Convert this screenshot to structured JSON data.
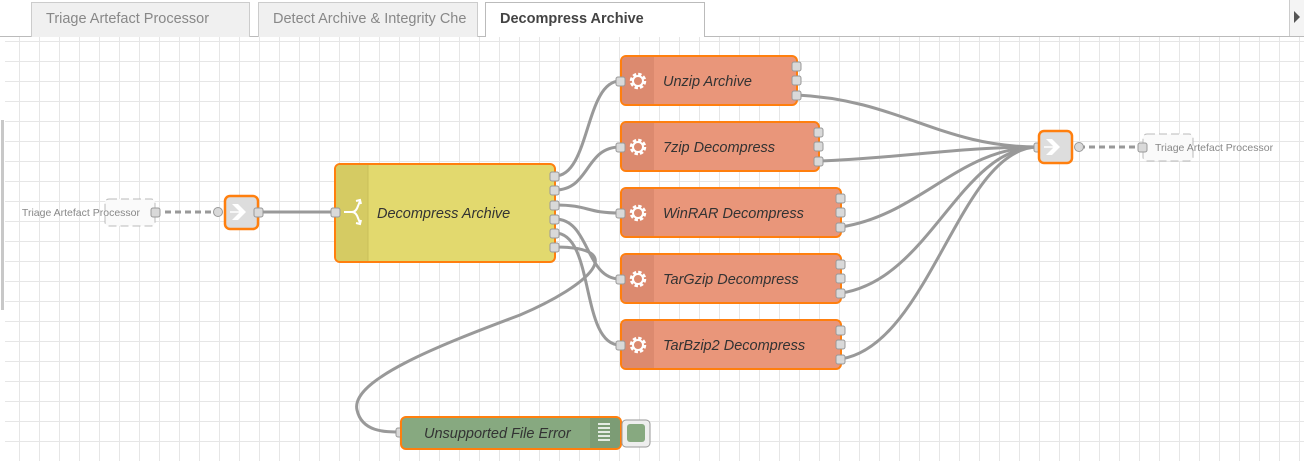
{
  "tabs": [
    {
      "label": "Triage Artefact Processor",
      "active": false
    },
    {
      "label": "Detect Archive & Integrity Che",
      "active": false
    },
    {
      "label": "Decompress Archive",
      "active": true
    }
  ],
  "colors": {
    "switch_node": "#e2d96e",
    "function_node": "#e9967a",
    "debug_node": "#87a980",
    "link_node": "#dddddd",
    "selected_border": "#ff7f0e",
    "wire": "#999999"
  },
  "nodes": {
    "link_in_label": "Triage Artefact Processor",
    "link_in_icon": "link-in-icon",
    "switch": {
      "label": "Decompress Archive",
      "icon": "switch-icon"
    },
    "functions": [
      {
        "label": "Unzip Archive",
        "icon": "gear-icon"
      },
      {
        "label": "7zip Decompress",
        "icon": "gear-icon"
      },
      {
        "label": "WinRAR Decompress",
        "icon": "gear-icon"
      },
      {
        "label": "TarGzip Decompress",
        "icon": "gear-icon"
      },
      {
        "label": "TarBzip2 Decompress",
        "icon": "gear-icon"
      }
    ],
    "link_out_label": "Triage Artefact Processor",
    "link_out_icon": "link-out-icon",
    "debug": {
      "label": "Unsupported File Error",
      "icon": "debug-list-icon",
      "toggle_icon": "debug-toggle-icon"
    }
  }
}
